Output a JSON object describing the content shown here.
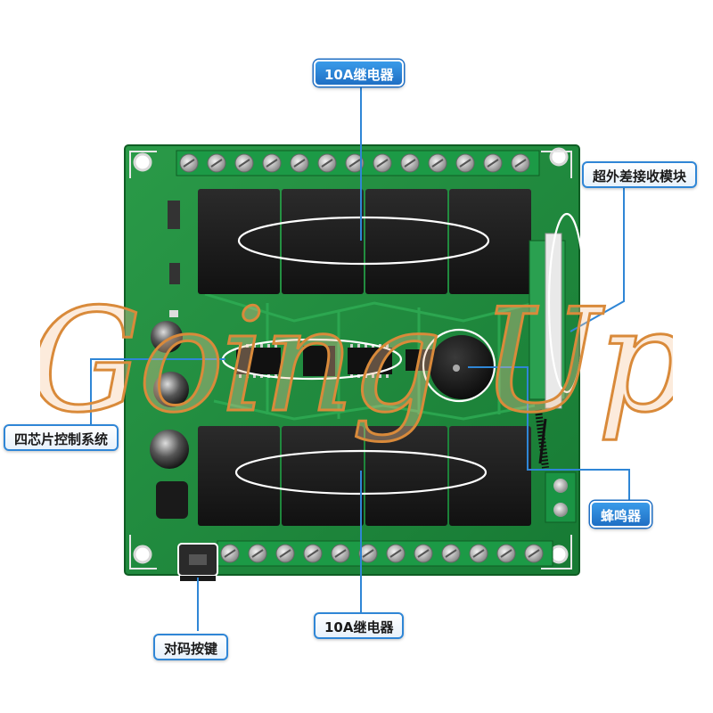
{
  "labels": {
    "top_relay": "10A继电器",
    "rf_module": "超外差接收模块",
    "chip_system": "四芯片控制系统",
    "buzzer": "蜂鸣器",
    "bottom_relay": "10A继电器",
    "pairing_button": "对码按键"
  },
  "watermark": "Going Up",
  "colors": {
    "pcb": "#1f8a3c",
    "pcb_dark": "#146b2c",
    "relay": "#1e1e1e",
    "leader": "#2f86d6",
    "watermark_fill": "#f6c79a",
    "watermark_stroke": "#d98a3a"
  }
}
